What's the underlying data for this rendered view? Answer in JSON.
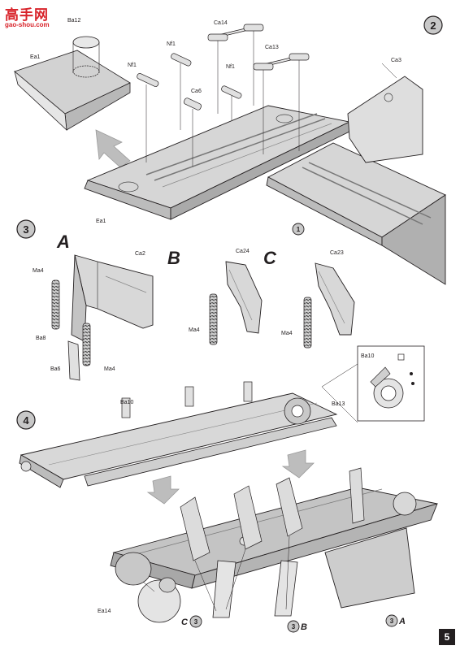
{
  "watermark": {
    "title": "高手网",
    "url": "gao-shou.com"
  },
  "page_number": "5",
  "steps": {
    "step2": {
      "badge": "2"
    },
    "step3": {
      "badge": "3",
      "variant_a": "A",
      "variant_b": "B",
      "variant_c": "C"
    },
    "step4": {
      "badge": "4"
    }
  },
  "part_labels": {
    "ba12": "Ba12",
    "ea1_top": "Ea1",
    "ea1_bottom": "Ea1",
    "nf1_a": "Nf1",
    "nf1_b": "Nf1",
    "nf1_c": "Nf1",
    "ca14": "Ca14",
    "ca13": "Ca13",
    "ca6": "Ca6",
    "ca3": "Ca3",
    "ca2": "Ca2",
    "ma4_a1": "Ma4",
    "ma4_a2": "Ma4",
    "ba8": "Ba8",
    "ba6": "Ba6",
    "ca24": "Ca24",
    "ma4_b": "Ma4",
    "ca23": "Ca23",
    "ma4_c": "Ma4",
    "ba10_detail": "Ba10",
    "ba10": "Ba10",
    "ba13": "Ba13",
    "ea14": "Ea14"
  },
  "sub_ref": {
    "num": "1"
  },
  "assembly_refs": [
    {
      "num": "3",
      "letter": "C"
    },
    {
      "num": "3",
      "letter": "B"
    },
    {
      "num": "3",
      "letter": "A"
    }
  ]
}
